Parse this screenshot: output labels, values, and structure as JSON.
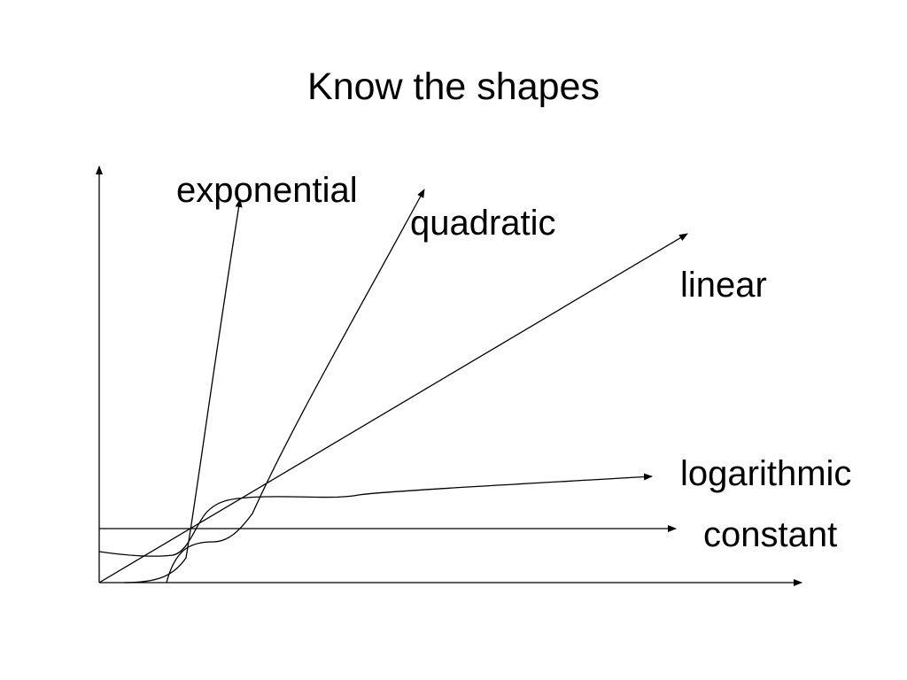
{
  "slide": {
    "title": "Know the shapes"
  },
  "curves": {
    "exponential": "exponential",
    "quadratic": "quadratic",
    "linear": "linear",
    "logarithmic": "logarithmic",
    "constant": "constant"
  },
  "colors": {
    "background": "#ffffff",
    "ink": "#000000"
  }
}
